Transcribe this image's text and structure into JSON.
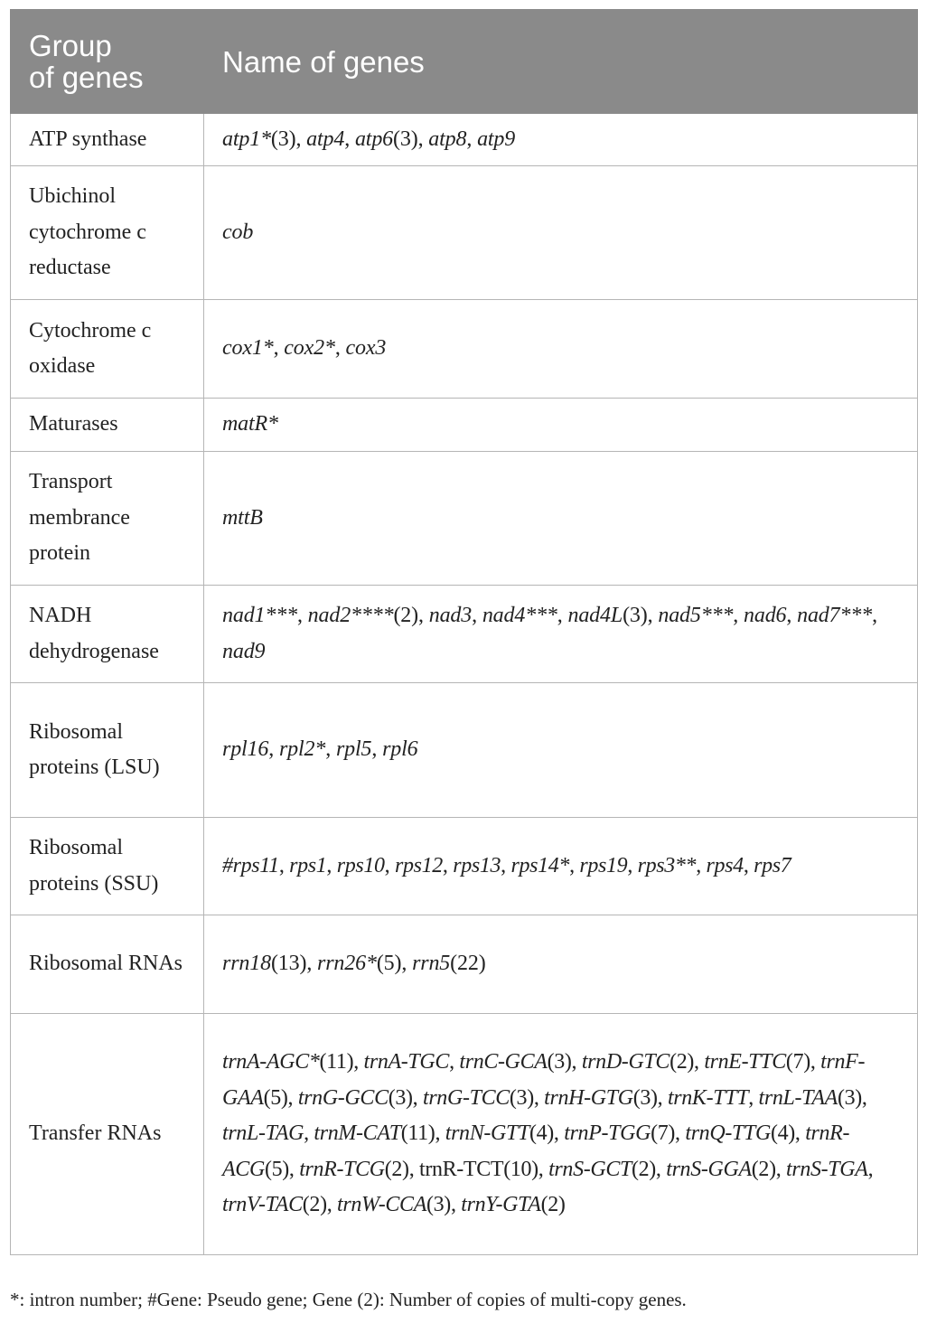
{
  "table": {
    "headers": [
      "Group\nof genes",
      "Name of genes"
    ],
    "rows": [
      {
        "group": "ATP synthase",
        "height": 0,
        "genes": [
          {
            "t": "atp1*",
            "i": true
          },
          {
            "t": "(3), ",
            "i": false
          },
          {
            "t": "atp4",
            "i": true
          },
          {
            "t": ", ",
            "i": false
          },
          {
            "t": "atp6",
            "i": true
          },
          {
            "t": "(3), ",
            "i": false
          },
          {
            "t": "atp8",
            "i": true
          },
          {
            "t": ", ",
            "i": false
          },
          {
            "t": "atp9",
            "i": true
          }
        ]
      },
      {
        "group": "Ubichinol cytochrome c reductase",
        "genes": [
          {
            "t": "cob",
            "i": true
          }
        ]
      },
      {
        "group": "Cytochrome c oxidase",
        "genes": [
          {
            "t": "cox1*",
            "i": true
          },
          {
            "t": ", ",
            "i": false
          },
          {
            "t": "cox2*",
            "i": true
          },
          {
            "t": ", ",
            "i": false
          },
          {
            "t": "cox3",
            "i": true
          }
        ]
      },
      {
        "group": "Maturases",
        "genes": [
          {
            "t": "matR*",
            "i": true
          }
        ]
      },
      {
        "group": "Transport membrance protein",
        "genes": [
          {
            "t": "mttB",
            "i": true
          }
        ]
      },
      {
        "group": "NADH dehydrogenase",
        "genes": [
          {
            "t": "nad1***",
            "i": true
          },
          {
            "t": ", ",
            "i": false
          },
          {
            "t": "nad2****",
            "i": true
          },
          {
            "t": "(2), ",
            "i": false
          },
          {
            "t": "nad3",
            "i": true
          },
          {
            "t": ", ",
            "i": false
          },
          {
            "t": "nad4***",
            "i": true
          },
          {
            "t": ", ",
            "i": false
          },
          {
            "t": "nad4L",
            "i": true
          },
          {
            "t": "(3), ",
            "i": false
          },
          {
            "t": "nad5***",
            "i": true
          },
          {
            "t": ", ",
            "i": false
          },
          {
            "t": "nad6",
            "i": true
          },
          {
            "t": ", ",
            "i": false
          },
          {
            "t": "nad7***",
            "i": true
          },
          {
            "t": ", ",
            "i": false
          },
          {
            "t": "nad9",
            "i": true
          }
        ]
      },
      {
        "group": "Ribosomal proteins (LSU)",
        "genes": [
          {
            "t": "rpl16",
            "i": true
          },
          {
            "t": ", ",
            "i": false
          },
          {
            "t": "rpl2*",
            "i": true
          },
          {
            "t": ", ",
            "i": false
          },
          {
            "t": "rpl5",
            "i": true
          },
          {
            "t": ", ",
            "i": false
          },
          {
            "t": "rpl6",
            "i": true
          }
        ]
      },
      {
        "group": "Ribosomal proteins (SSU)",
        "genes": [
          {
            "t": "#rps11",
            "i": true
          },
          {
            "t": ", ",
            "i": false
          },
          {
            "t": "rps1",
            "i": true
          },
          {
            "t": ", ",
            "i": false
          },
          {
            "t": "rps10",
            "i": true
          },
          {
            "t": ", ",
            "i": false
          },
          {
            "t": "rps12",
            "i": true
          },
          {
            "t": ", ",
            "i": false
          },
          {
            "t": "rps13",
            "i": true
          },
          {
            "t": ", ",
            "i": false
          },
          {
            "t": "rps14*",
            "i": true
          },
          {
            "t": ", ",
            "i": false
          },
          {
            "t": "rps19",
            "i": true
          },
          {
            "t": ", ",
            "i": false
          },
          {
            "t": "rps3**",
            "i": true
          },
          {
            "t": ", ",
            "i": false
          },
          {
            "t": "rps4",
            "i": true
          },
          {
            "t": ", ",
            "i": false
          },
          {
            "t": "rps7",
            "i": true
          }
        ]
      },
      {
        "group": "Ribosomal RNAs",
        "genes": [
          {
            "t": "rrn18",
            "i": true
          },
          {
            "t": "(13), ",
            "i": false
          },
          {
            "t": "rrn26*",
            "i": true
          },
          {
            "t": "(5), ",
            "i": false
          },
          {
            "t": "rrn5",
            "i": true
          },
          {
            "t": "(22)",
            "i": false
          }
        ]
      },
      {
        "group": "Transfer RNAs",
        "genes": [
          {
            "t": "trnA-AGC*",
            "i": true
          },
          {
            "t": "(11), ",
            "i": false
          },
          {
            "t": "trnA-TGC",
            "i": true
          },
          {
            "t": ", ",
            "i": false
          },
          {
            "t": "trnC-GCA",
            "i": true
          },
          {
            "t": "(3), ",
            "i": false
          },
          {
            "t": "trnD-GTC",
            "i": true
          },
          {
            "t": "(2), ",
            "i": false
          },
          {
            "t": "trnE-TTC",
            "i": true
          },
          {
            "t": "(7), ",
            "i": false
          },
          {
            "t": "trnF-GAA",
            "i": true
          },
          {
            "t": "(5), ",
            "i": false
          },
          {
            "t": "trnG-GCC",
            "i": true
          },
          {
            "t": "(3), ",
            "i": false
          },
          {
            "t": "trnG-TCC",
            "i": true
          },
          {
            "t": "(3), ",
            "i": false
          },
          {
            "t": "trnH-GTG",
            "i": true
          },
          {
            "t": "(3), ",
            "i": false
          },
          {
            "t": "trnK-TTT",
            "i": true
          },
          {
            "t": ", ",
            "i": false
          },
          {
            "t": "trnL-TAA",
            "i": true
          },
          {
            "t": "(3), ",
            "i": false
          },
          {
            "t": "trnL-TAG",
            "i": true
          },
          {
            "t": ", ",
            "i": false
          },
          {
            "t": "trnM-CAT",
            "i": true
          },
          {
            "t": "(11), ",
            "i": false
          },
          {
            "t": "trnN-GTT",
            "i": true
          },
          {
            "t": "(4), ",
            "i": false
          },
          {
            "t": "trnP-TGG",
            "i": true
          },
          {
            "t": "(7), ",
            "i": false
          },
          {
            "t": "trnQ-TTG",
            "i": true
          },
          {
            "t": "(4), ",
            "i": false
          },
          {
            "t": "trnR-ACG",
            "i": true
          },
          {
            "t": "(5), ",
            "i": false
          },
          {
            "t": "trnR-TCG",
            "i": true
          },
          {
            "t": "(2), ",
            "i": false
          },
          {
            "t": "trnR-TCT",
            "i": false
          },
          {
            "t": "(10), ",
            "i": false
          },
          {
            "t": "trnS-GCT",
            "i": true
          },
          {
            "t": "(2), ",
            "i": false
          },
          {
            "t": "trnS-GGA",
            "i": true
          },
          {
            "t": "(2), ",
            "i": false
          },
          {
            "t": "trnS-TGA",
            "i": true
          },
          {
            "t": ", ",
            "i": false
          },
          {
            "t": "trnV-TAC",
            "i": true
          },
          {
            "t": "(2), ",
            "i": false
          },
          {
            "t": "trnW-CCA",
            "i": true
          },
          {
            "t": "(3), ",
            "i": false
          },
          {
            "t": "trnY-GTA",
            "i": true
          },
          {
            "t": "(2)",
            "i": false
          }
        ]
      }
    ]
  },
  "footnote": "*: intron number; #Gene: Pseudo gene; Gene (2): Number of copies of multi-copy genes.",
  "colors": {
    "header_bg": "#8a8a8a",
    "header_text": "#ffffff",
    "border": "#b5b5b5",
    "text": "#222222"
  }
}
